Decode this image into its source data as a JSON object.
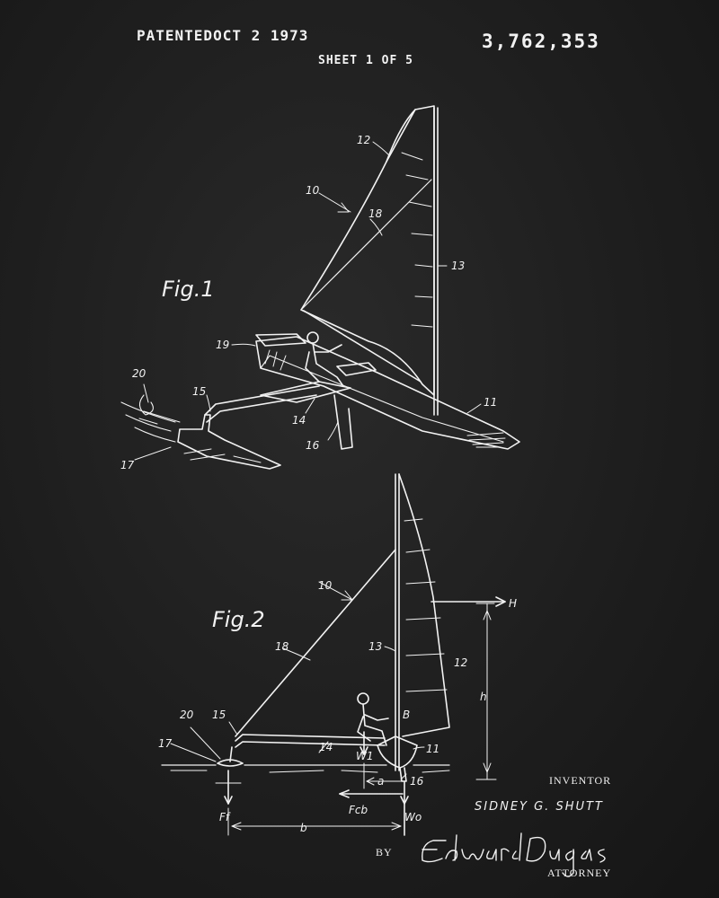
{
  "header": {
    "patented": "PATENTEDOCT 2 1973",
    "patent_number": "3,762,353",
    "sheet": "SHEET 1 OF 5"
  },
  "figures": {
    "fig1": {
      "label": "Fig.1",
      "refs": {
        "r10": "10",
        "r11": "11",
        "r12": "12",
        "r13": "13",
        "r14": "14",
        "r15": "15",
        "r16": "16",
        "r17": "17",
        "r18": "18",
        "r19": "19",
        "r20": "20"
      }
    },
    "fig2": {
      "label": "Fig.2",
      "refs": {
        "r10": "10",
        "r11": "11",
        "r12": "12",
        "r13": "13",
        "r14": "14",
        "r15": "15",
        "r16": "16",
        "r17": "17",
        "r18": "18",
        "r20": "20"
      },
      "symbols": {
        "H": "H",
        "h": "h",
        "B": "B",
        "W1": "W1",
        "a": "a",
        "Fcb": "Fcb",
        "Ff": "Ff",
        "b": "b",
        "Wo": "Wo"
      }
    }
  },
  "footer": {
    "inventor_title": "INVENTOR",
    "inventor_name": "SIDNEY G. SHUTT",
    "by": "BY",
    "signature": "Edward Dugas",
    "attorney_title": "ATTORNEY"
  },
  "colors": {
    "background": "#1c1c1c",
    "ink": "#f2f2f2"
  }
}
